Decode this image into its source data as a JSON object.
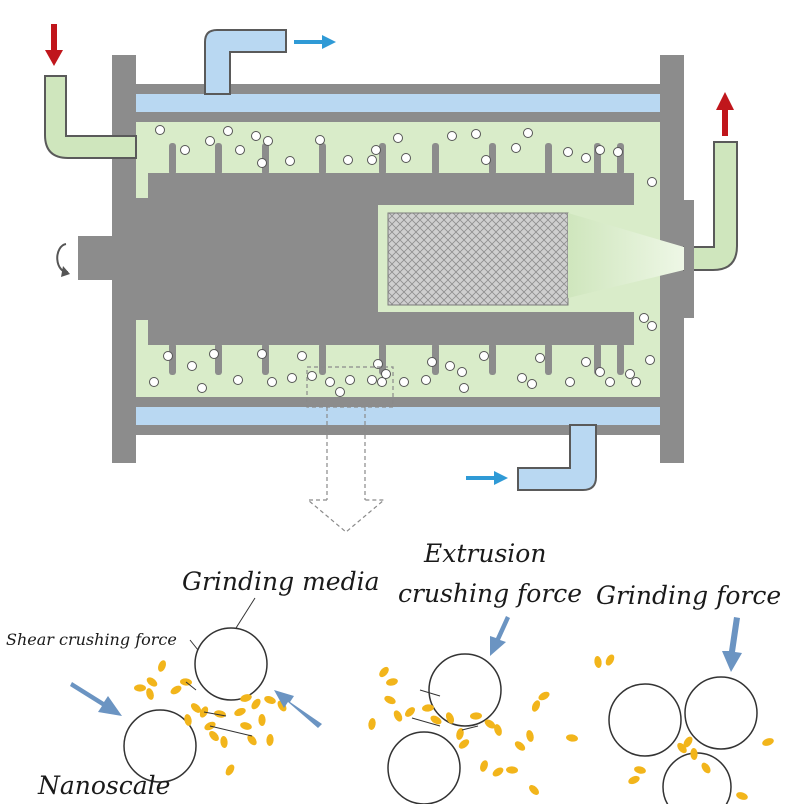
{
  "labels": {
    "grinding_media": "Grinding media",
    "shear_force": "Shear crushing force",
    "nanoscale": "Nanoscale",
    "extrusion_line1": "Extrusion",
    "extrusion_line2": "crushing force",
    "grinding_force": "Grinding force"
  },
  "colors": {
    "frame_gray": "#8c8c8c",
    "chamber_green": "#d9ecc9",
    "coolant_blue": "#b9d8f2",
    "inlet_arrow_red": "#c0161c",
    "flow_arrow_blue": "#2f9ad6",
    "force_arrow_blue": "#6b94c2",
    "particle_yellow": "#f2b51b",
    "screen_gray": "#c9c9c9"
  },
  "icons": {
    "rotation": "rotation-arrow-icon",
    "zoom": "zoom-down-arrow-icon"
  }
}
